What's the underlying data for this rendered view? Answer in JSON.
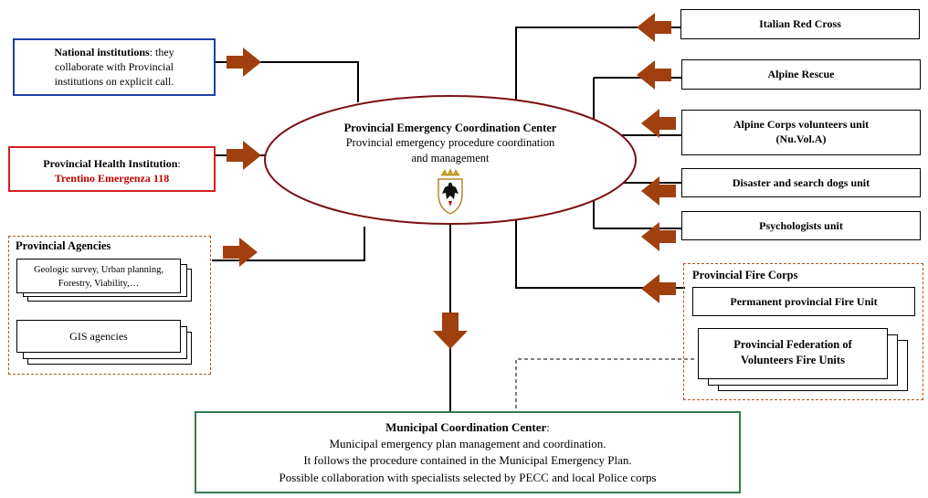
{
  "center": {
    "title": "Provincial Emergency Coordination Center",
    "line1": "Provincial emergency procedure coordination",
    "line2": "and management"
  },
  "left": {
    "national": {
      "title": "National institutions",
      "text1": ": they",
      "text2": "collaborate with Provincial",
      "text3": "institutions on explicit call."
    },
    "health": {
      "title": "Provincial Health Institution",
      "colon": ":",
      "subtitle": "Trentino Emergenza 118"
    },
    "agencies": {
      "title": "Provincial Agencies",
      "geo1": "Geologic survey, Urban planning,",
      "geo2": "Forestry, Viability,…",
      "gis": "GIS agencies"
    }
  },
  "right": {
    "red_cross": "Italian Red Cross",
    "alpine_rescue": "Alpine Rescue",
    "alpine_corps_1": "Alpine Corps volunteers unit",
    "alpine_corps_2": "(Nu.Vol.A)",
    "dogs": "Disaster and search dogs unit",
    "psych": "Psychologists unit",
    "fire_title": "Provincial Fire Corps",
    "permanent": "Permanent provincial Fire Unit",
    "federation_1": "Provincial Federation of",
    "federation_2": "Volunteers Fire Units"
  },
  "bottom": {
    "title": "Municipal Coordination Center",
    "colon": ":",
    "line1": "Municipal emergency plan management and coordination.",
    "line2": "It follows the procedure contained in the Municipal Emergency Plan.",
    "line3": "Possible collaboration with specialists selected by PECC and local Police corps"
  },
  "colors": {
    "arrow": "#a0400f",
    "blue_border": "#1f3fa8",
    "red_border": "#d42020",
    "green_border": "#2e7d4f",
    "dash": "#b5541d",
    "ellipse_border": "#7a1010"
  }
}
